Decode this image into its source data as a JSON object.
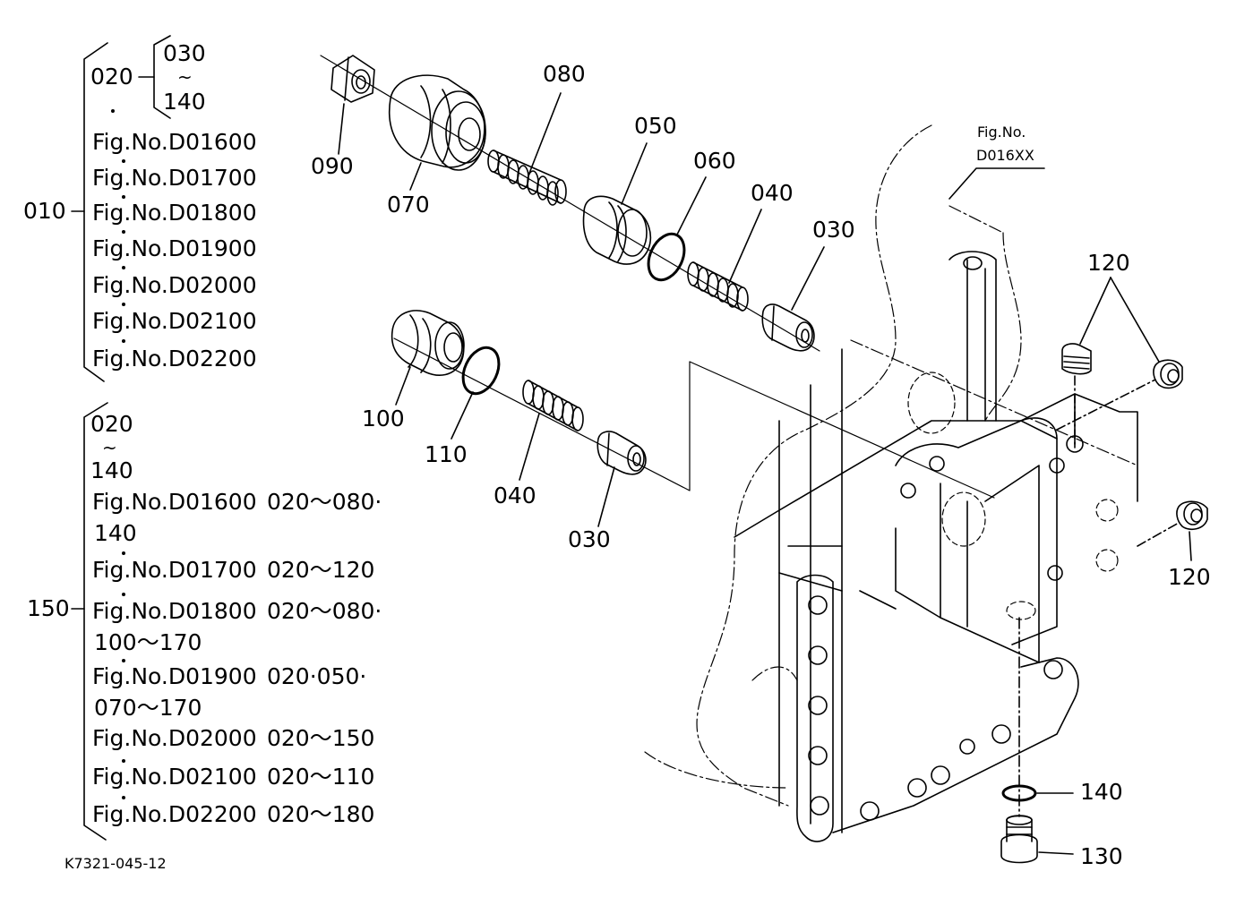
{
  "part_numbers": {
    "p010": "010",
    "p020": "020",
    "p030": "030",
    "p040": "040",
    "p050": "050",
    "p060": "060",
    "p070": "070",
    "p080": "080",
    "p090": "090",
    "p100": "100",
    "p110": "110",
    "p120": "120",
    "p130": "130",
    "p140": "140",
    "p150": "150"
  },
  "ranges": {
    "tilde": "~"
  },
  "group_010": {
    "figs": [
      "Fig.No.D01600",
      "Fig.No.D01700",
      "Fig.No.D01800",
      "Fig.No.D01900",
      "Fig.No.D02000",
      "Fig.No.D02100",
      "Fig.No.D02200"
    ]
  },
  "group_150": {
    "rows": [
      {
        "fig": "Fig.No.D01600",
        "parts": "020～080·",
        "cont": "140"
      },
      {
        "fig": "Fig.No.D01700",
        "parts": "020～120",
        "cont": ""
      },
      {
        "fig": "Fig.No.D01800",
        "parts": "020～080·",
        "cont": "100～170"
      },
      {
        "fig": "Fig.No.D01900",
        "parts": "020·050·",
        "cont": "070～170"
      },
      {
        "fig": "Fig.No.D02000",
        "parts": "020～150",
        "cont": ""
      },
      {
        "fig": "Fig.No.D02100",
        "parts": "020～110",
        "cont": ""
      },
      {
        "fig": "Fig.No.D02200",
        "parts": "020～180",
        "cont": ""
      }
    ]
  },
  "ref_figure": {
    "line1": "Fig.No.",
    "line2": "D016XX"
  },
  "drawing_code": "K7321-045-12"
}
